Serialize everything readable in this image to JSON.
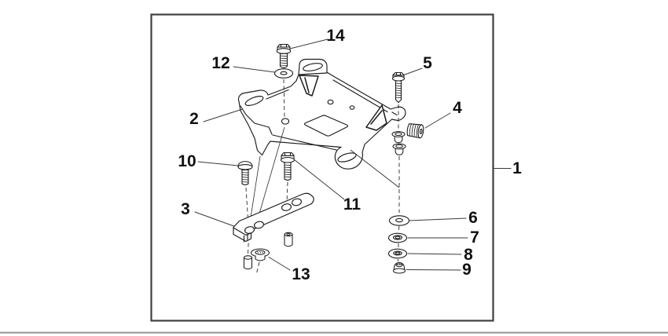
{
  "colors": {
    "background": "#ffffff",
    "line_art": "#1c1c1c",
    "frame_border": "#3f3f3f",
    "divider_rule": "#9c9c9c",
    "label_text": "#111111"
  },
  "callouts": {
    "p1": "1",
    "p2": "2",
    "p3": "3",
    "p4": "4",
    "p5": "5",
    "p6": "6",
    "p7": "7",
    "p8": "8",
    "p9": "9",
    "p10": "10",
    "p11": "11",
    "p12": "12",
    "p13": "13",
    "p14": "14"
  }
}
